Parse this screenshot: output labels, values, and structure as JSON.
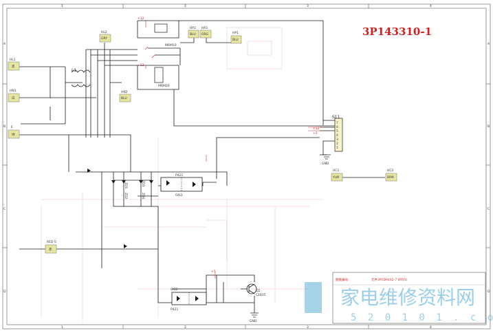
{
  "title": "3P143310-1",
  "grid": {
    "cols": [
      "1",
      "2",
      "3",
      "4"
    ],
    "rows": [
      "A",
      "B",
      "C",
      "D"
    ]
  },
  "terminals": [
    {
      "id": "HL1",
      "label": "HL1",
      "value": "黑",
      "color": "#e6e6a0"
    },
    {
      "id": "HN1",
      "label": "HN1",
      "value": "白",
      "color": "#e6e6a0"
    },
    {
      "id": "E",
      "label": "E",
      "value": "绿",
      "color": "#e6e6a0"
    },
    {
      "id": "HL2",
      "label": "HL2",
      "value": "GRY",
      "color": "#e6e6a0"
    },
    {
      "id": "HN2",
      "label": "HN2",
      "value": "BLU",
      "color": "#e6e6a0"
    },
    {
      "id": "HP2",
      "label": "HP2",
      "value": "BLU",
      "color": "#e6e6a0"
    },
    {
      "id": "HR1",
      "label": "HR1",
      "value": "ORG",
      "color": "#e6e6a0"
    },
    {
      "id": "HP1",
      "label": "HP1",
      "value": "BLU",
      "color": "#e6e6a0"
    },
    {
      "id": "HC1",
      "label": "HC1",
      "value": "YLW",
      "color": "#e6e6a0"
    },
    {
      "id": "HC2",
      "label": "HC2",
      "value": "BRN",
      "color": "#e6e6a0"
    },
    {
      "id": "REDS",
      "label": "RED S",
      "value": "赤",
      "color": "#e6e6a0"
    }
  ],
  "components": {
    "l1": "L1",
    "mrm10": "MRM10",
    "mrm20": "MRM20",
    "s11": "S11",
    "p421a": "P421",
    "ois1": "OIS1",
    "ois2": "OIS2",
    "p421b": "P421",
    "q2": "Q2",
    "c1815": "C1815",
    "gnd1": "GND",
    "gnd2": "GND",
    "zd1": "ZD1",
    "zd2": "ZD2",
    "zd3": "ZD3",
    "zd4": "ZD4"
  },
  "connector_pins": [
    "7",
    "6",
    "5",
    "4",
    "3",
    "2",
    "1"
  ],
  "supply_labels": {
    "p12a": "+12",
    "p12b": "+12",
    "p12c": "+12",
    "p5a": "+5",
    "p5b": "+5"
  },
  "note_box": {
    "text1": "图纸编号:",
    "text2": "元件3PCD9412-7 WT(5)"
  },
  "watermark": {
    "brand": "家电维修资料网",
    "url": "5 2 0 1 0 1 . c o m"
  },
  "colors": {
    "wire": "#1a1a1a",
    "red": "#d32a2a",
    "watermark": "#4aa7d6",
    "terminal": "#e6e6a0"
  }
}
